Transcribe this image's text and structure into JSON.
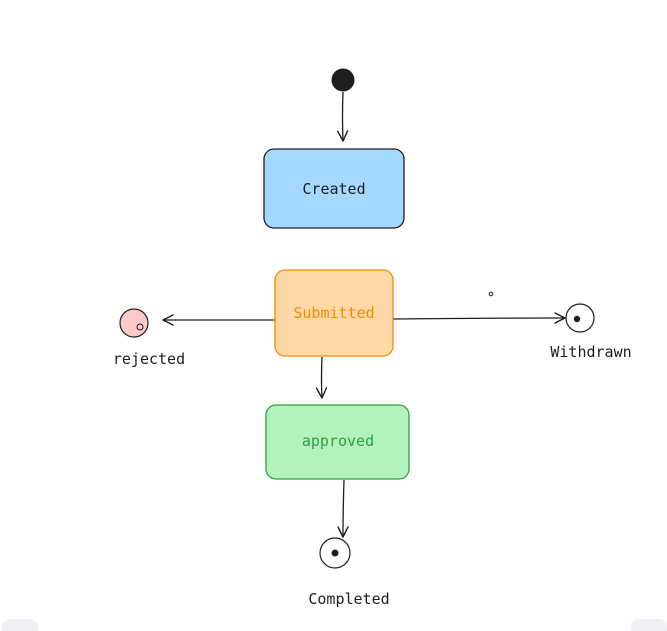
{
  "states": {
    "created": {
      "label": "Created",
      "fill": "#a5d8ff",
      "stroke": "#1e1e1e",
      "text_color": "#1e1e1e"
    },
    "submitted": {
      "label": "Submitted",
      "fill": "#ffd8a8",
      "stroke": "#f08c00",
      "text_color": "#f08c00"
    },
    "approved": {
      "label": "approved",
      "fill": "#b2f2bb",
      "stroke": "#2f9e44",
      "text_color": "#2f9e44"
    }
  },
  "terminals": {
    "rejected": {
      "label": "rejected",
      "fill": "#ffc9c9"
    },
    "withdrawn": {
      "label": "Withdrawn",
      "fill": "#ffffff"
    },
    "completed": {
      "label": "Completed",
      "fill": "#ffffff"
    }
  },
  "colors": {
    "ink": "#1e1e1e",
    "start_dot": "#1e1e1e"
  }
}
